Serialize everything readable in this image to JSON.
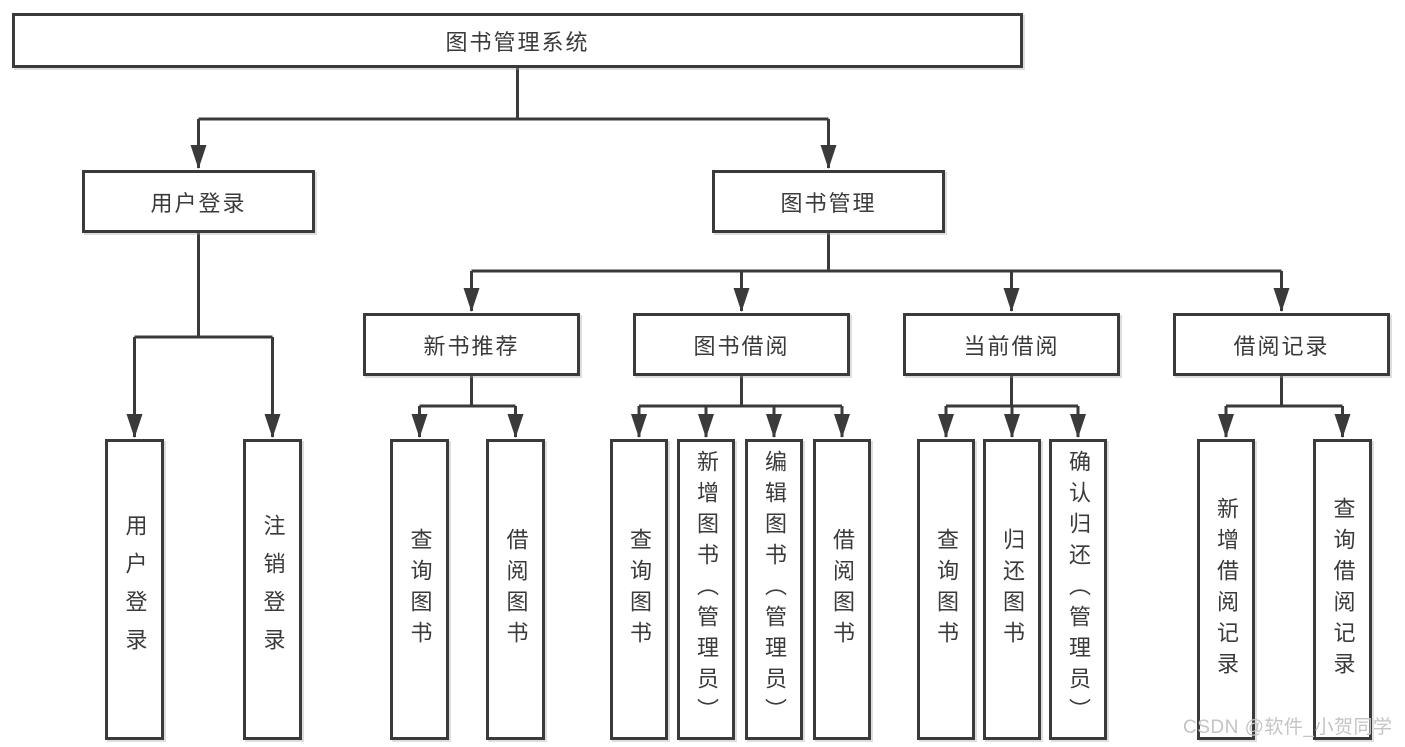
{
  "diagram_title": "图书管理系统",
  "colors": {
    "line": "#3a3a3a",
    "box_border": "#3a3a3a",
    "box_background": "#ffffff",
    "text": "#3a3a3a",
    "watermark": "#c4c4c4"
  },
  "nodes": {
    "root": {
      "label": "图书管理系统"
    },
    "user_login": {
      "label": "用户登录"
    },
    "book_mgmt": {
      "label": "图书管理"
    },
    "login": {
      "label": "用户登录"
    },
    "logout": {
      "label": "注销登录"
    },
    "new_book_rec": {
      "label": "新书推荐"
    },
    "book_borrow": {
      "label": "图书借阅"
    },
    "current_borrow": {
      "label": "当前借阅"
    },
    "borrow_records": {
      "label": "借阅记录"
    },
    "nbr_query": {
      "label": "查询图书"
    },
    "nbr_borrow": {
      "label": "借阅图书"
    },
    "bb_query": {
      "label": "查询图书"
    },
    "bb_add": {
      "label": "新增图书（管理员）"
    },
    "bb_edit": {
      "label": "编辑图书（管理员）"
    },
    "bb_borrow": {
      "label": "借阅图书"
    },
    "cb_query": {
      "label": "查询图书"
    },
    "cb_return": {
      "label": "归还图书"
    },
    "cb_confirm": {
      "label": "确认归还（管理员）"
    },
    "br_add": {
      "label": "新增借阅记录"
    },
    "br_query": {
      "label": "查询借阅记录"
    }
  },
  "hierarchy": [
    {
      "parent": "图书管理系统",
      "children": [
        "用户登录",
        "图书管理"
      ]
    },
    {
      "parent": "用户登录",
      "children": [
        "用户登录",
        "注销登录"
      ]
    },
    {
      "parent": "图书管理",
      "children": [
        "新书推荐",
        "图书借阅",
        "当前借阅",
        "借阅记录"
      ]
    },
    {
      "parent": "新书推荐",
      "children": [
        "查询图书",
        "借阅图书"
      ]
    },
    {
      "parent": "图书借阅",
      "children": [
        "查询图书",
        "新增图书（管理员）",
        "编辑图书（管理员）",
        "借阅图书"
      ]
    },
    {
      "parent": "当前借阅",
      "children": [
        "查询图书",
        "归还图书",
        "确认归还（管理员）"
      ]
    },
    {
      "parent": "借阅记录",
      "children": [
        "新增借阅记录",
        "查询借阅记录"
      ]
    }
  ],
  "watermark": {
    "text": "CSDN @软件_小贺同学"
  }
}
